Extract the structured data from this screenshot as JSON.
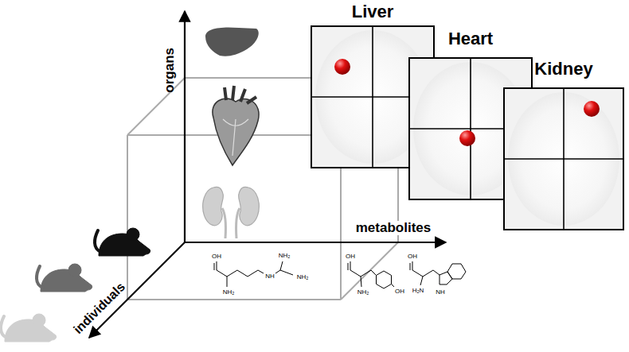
{
  "diagram": {
    "nodes": [
      {
        "text": [
          "Liver"
        ]
      },
      {
        "text": [
          "Heart"
        ]
      },
      {
        "text": [
          "Kidney"
        ]
      }
    ],
    "labels": [
      "organs",
      "metabolites",
      "individuals",
      "OH",
      "NH₂",
      "NH",
      "NH₂",
      "NH₂",
      "OH",
      "NH₂",
      "OH",
      "OH",
      "H₂N",
      "NH"
    ]
  }
}
